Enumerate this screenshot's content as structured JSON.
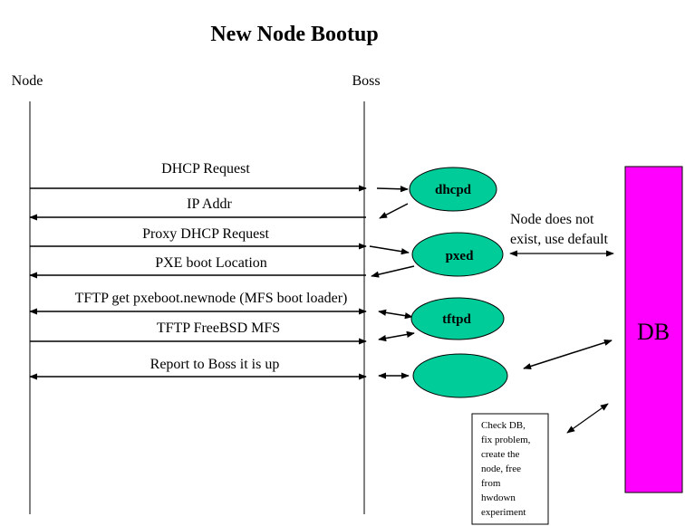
{
  "title": "New Node Bootup",
  "lanes": {
    "node": "Node",
    "boss": "Boss"
  },
  "messages": [
    "DHCP Request",
    "IP Addr",
    "Proxy DHCP Request",
    "PXE boot Location",
    "TFTP get pxeboot.newnode (MFS boot loader)",
    "TFTP FreeBSD MFS",
    "Report to Boss it is up"
  ],
  "processes": [
    "dhcpd",
    "pxed",
    "tftpd",
    ""
  ],
  "db_label": "DB",
  "pxed_note": [
    "Node does not",
    "exist, use default"
  ],
  "check_note": [
    "Check DB,",
    "fix problem,",
    "create the",
    "node, free",
    "from",
    "hwdown",
    "experiment"
  ],
  "colors": {
    "process": "#00cc99",
    "db": "#ff00ff",
    "line": "#000000"
  }
}
